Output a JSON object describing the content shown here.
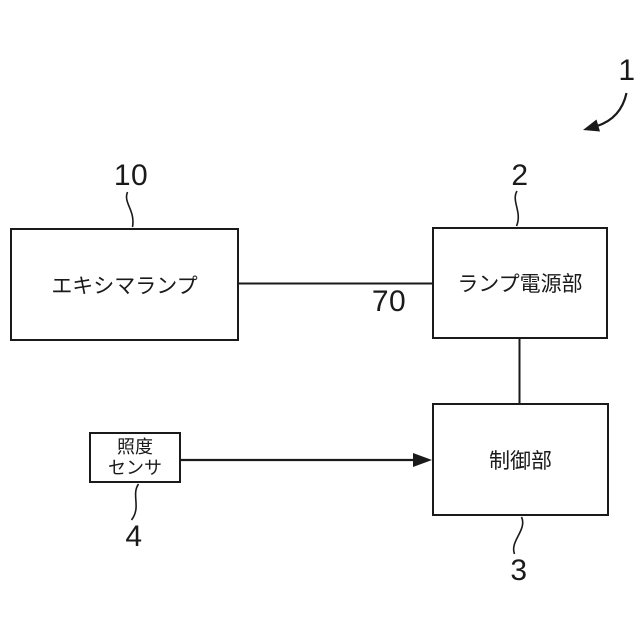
{
  "figure": {
    "colors": {
      "line": "#1a1a1a",
      "background": "#ffffff"
    },
    "boxes": {
      "excimer_lamp": {
        "label": "エキシマランプ",
        "ref": "10"
      },
      "lamp_power": {
        "label": "ランプ電源部",
        "ref": "2"
      },
      "control": {
        "label": "制御部",
        "ref": "3"
      },
      "illuminance_sensor": {
        "label_line1": "照度",
        "label_line2": "センサ",
        "ref": "4"
      }
    },
    "refs": {
      "figure_ref": "1",
      "connector_ref": "70"
    }
  }
}
